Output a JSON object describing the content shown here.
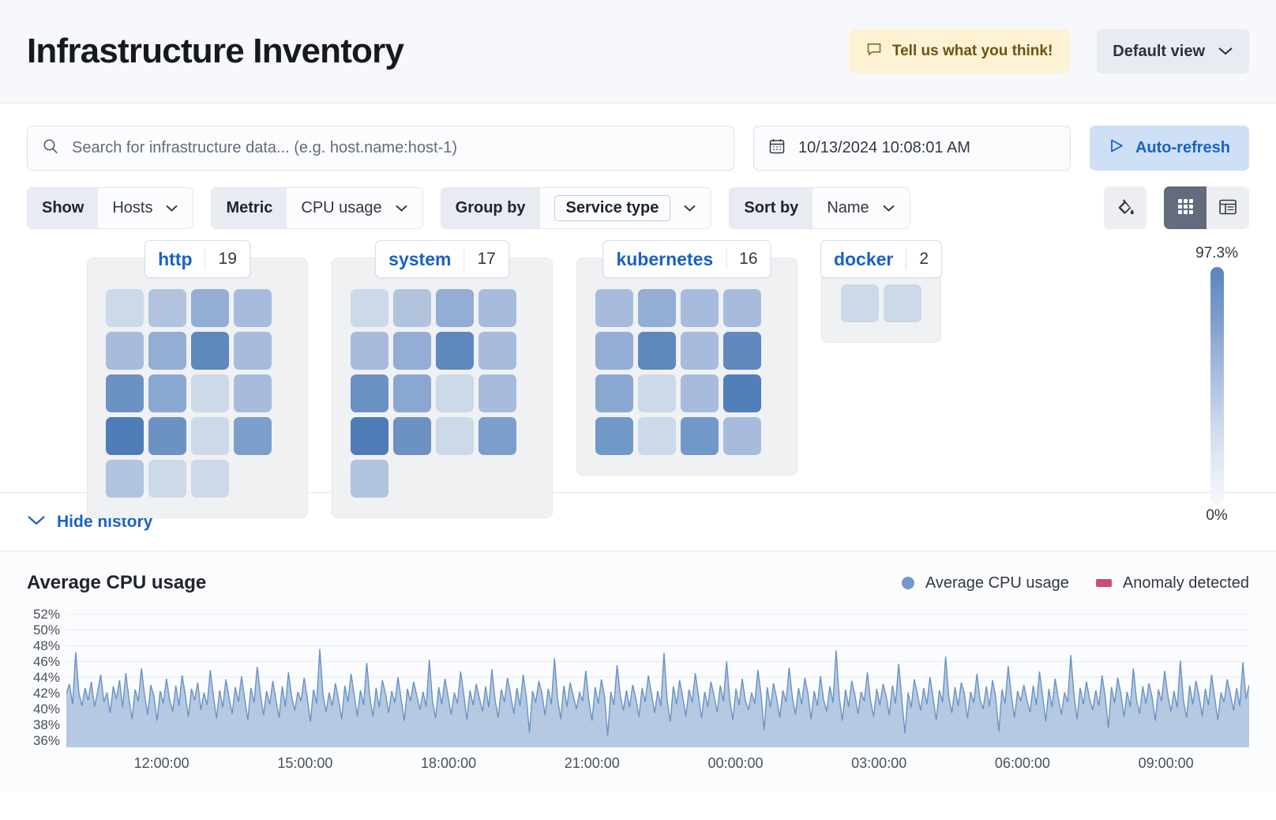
{
  "header": {
    "title": "Infrastructure Inventory",
    "feedback_label": "Tell us what you think!",
    "view_label": "Default view"
  },
  "query": {
    "search_placeholder": "Search for infrastructure data... (e.g. host.name:host-1)",
    "search_value": "",
    "date_value": "10/13/2024 10:08:01 AM",
    "refresh_label": "Auto-refresh"
  },
  "filters": [
    {
      "label": "Show",
      "value": "Hosts",
      "boxed": false
    },
    {
      "label": "Metric",
      "value": "CPU usage",
      "boxed": false
    },
    {
      "label": "Group by",
      "value": "Service type",
      "boxed": true
    },
    {
      "label": "Sort by",
      "value": "Name",
      "boxed": false
    }
  ],
  "toolbar": {
    "palette_icon": "color-fill-icon",
    "grid_view_icon": "grid-view-icon",
    "table_view_icon": "table-view-icon",
    "selected_view": "grid"
  },
  "waffle": {
    "legend_max": "97.3%",
    "legend_min": "0%",
    "groups": [
      {
        "name": "http",
        "count": "19",
        "cells": [
          "#ccd9e9",
          "#b2c3dd",
          "#93add4",
          "#a7bcdd",
          "#a7bcdd",
          "#93add4",
          "#5f88bf",
          "#a7bcdd",
          "#6c92c4",
          "#8aa7d0",
          "#ccd9e9",
          "#a7bcdd",
          "#4e7cb6",
          "#6c92c4",
          "#ccd9e9",
          "#7c9ecb",
          "#b2c3dd",
          "#ccd9e9",
          "#ccd9e9"
        ]
      },
      {
        "name": "system",
        "count": "17",
        "cells": [
          "#ccd9e9",
          "#b2c3dd",
          "#93add4",
          "#a7bcdd",
          "#a7bcdd",
          "#93add4",
          "#5f88bf",
          "#a7bcdd",
          "#6c92c4",
          "#8aa7d0",
          "#ccd9e9",
          "#a7bcdd",
          "#4e7cb6",
          "#6c92c4",
          "#ccd9e9",
          "#7c9ecb",
          "#b2c3dd"
        ]
      },
      {
        "name": "kubernetes",
        "count": "16",
        "cells": [
          "#a7bcdd",
          "#93add4",
          "#a7bcdd",
          "#a7bcdd",
          "#93add4",
          "#5f88bf",
          "#a7bcdd",
          "#6188bf",
          "#8aa7d0",
          "#ccd9e9",
          "#a7bcdd",
          "#5180b8",
          "#7099c8",
          "#ccd9e9",
          "#7099c8",
          "#a7bcdd"
        ]
      },
      {
        "name": "docker",
        "count": "2",
        "cells": [
          "#ccd9e9",
          "#ccd9e9"
        ]
      }
    ]
  },
  "history": {
    "toggle_label": "Hide history"
  },
  "chart_data": {
    "type": "area",
    "title": "Average CPU usage",
    "xlabel": "",
    "ylabel": "",
    "ylim": [
      35,
      53
    ],
    "grid": true,
    "legend_position": "top-right",
    "legend": [
      {
        "name": "Average CPU usage",
        "color": "#7198c9",
        "marker": "circle"
      },
      {
        "name": "Anomaly detected",
        "color": "#cc4e72",
        "marker": "square"
      }
    ],
    "yticks": [
      "52%",
      "50%",
      "48%",
      "46%",
      "44%",
      "42%",
      "40%",
      "38%",
      "36%"
    ],
    "ytick_values": [
      52,
      50,
      48,
      46,
      44,
      42,
      40,
      38,
      36
    ],
    "xticks": [
      "12:00:00",
      "15:00:00",
      "18:00:00",
      "21:00:00",
      "00:00:00",
      "03:00:00",
      "06:00:00",
      "09:00:00"
    ],
    "series": [
      {
        "name": "Average CPU usage",
        "color": "#7198c9",
        "values": [
          41.9,
          43.1,
          40.5,
          47.2,
          42.0,
          40.3,
          42.6,
          41.0,
          43.4,
          40.2,
          42.1,
          44.3,
          40.8,
          42.0,
          39.4,
          42.8,
          41.2,
          43.6,
          40.1,
          44.5,
          41.3,
          38.6,
          42.4,
          40.9,
          45.1,
          41.7,
          39.2,
          43.0,
          41.5,
          38.4,
          42.2,
          40.6,
          43.8,
          41.1,
          39.6,
          42.9,
          40.3,
          44.2,
          41.8,
          38.9,
          42.5,
          41.0,
          43.3,
          39.8,
          42.0,
          40.4,
          44.9,
          41.6,
          38.7,
          42.3,
          40.1,
          43.7,
          41.4,
          39.3,
          42.7,
          40.8,
          44.1,
          41.2,
          38.5,
          42.6,
          40.7,
          45.3,
          41.9,
          39.1,
          42.2,
          40.5,
          43.5,
          41.0,
          38.8,
          42.8,
          40.2,
          44.6,
          41.5,
          39.7,
          42.1,
          40.9,
          43.9,
          41.3,
          38.3,
          42.4,
          40.6,
          47.6,
          41.8,
          39.5,
          42.0,
          40.3,
          43.2,
          41.1,
          38.6,
          42.9,
          40.8,
          44.4,
          41.7,
          39.0,
          42.3,
          40.4,
          45.8,
          41.4,
          38.9,
          42.6,
          40.1,
          43.6,
          41.9,
          39.4,
          42.2,
          40.7,
          44.0,
          41.2,
          38.4,
          42.5,
          40.9,
          43.4,
          41.6,
          39.8,
          42.1,
          40.2,
          46.2,
          41.0,
          38.7,
          42.7,
          40.5,
          43.8,
          41.5,
          39.2,
          42.0,
          40.6,
          44.7,
          41.8,
          38.5,
          42.3,
          40.4,
          43.1,
          41.3,
          39.6,
          42.8,
          40.1,
          45.0,
          41.1,
          38.8,
          42.4,
          40.8,
          43.9,
          41.7,
          39.3,
          42.6,
          40.3,
          44.3,
          41.4,
          36.9,
          42.2,
          40.7,
          43.5,
          41.9,
          39.1,
          42.5,
          40.5,
          46.4,
          41.2,
          38.6,
          42.9,
          40.2,
          43.3,
          41.6,
          39.9,
          42.0,
          40.9,
          44.8,
          41.0,
          38.4,
          42.7,
          40.6,
          43.7,
          41.5,
          36.5,
          42.1,
          40.4,
          45.5,
          41.8,
          39.7,
          42.3,
          40.1,
          43.0,
          41.3,
          38.9,
          42.6,
          40.8,
          44.2,
          41.9,
          39.4,
          42.2,
          40.3,
          47.1,
          41.1,
          38.3,
          42.8,
          40.5,
          43.6,
          41.4,
          39.0,
          42.4,
          40.7,
          44.5,
          41.7,
          38.7,
          42.1,
          40.2,
          43.4,
          41.6,
          39.5,
          42.9,
          40.9,
          46.0,
          41.2,
          38.5,
          42.5,
          40.4,
          43.8,
          41.0,
          39.8,
          42.0,
          40.6,
          44.9,
          41.8,
          37.2,
          42.7,
          40.1,
          43.2,
          41.3,
          38.8,
          42.3,
          40.8,
          45.2,
          41.5,
          39.2,
          42.6,
          40.5,
          43.9,
          41.9,
          38.6,
          42.2,
          40.3,
          44.1,
          41.1,
          39.6,
          42.8,
          40.7,
          47.4,
          41.4,
          38.4,
          42.4,
          40.2,
          43.5,
          41.7,
          39.3,
          42.1,
          40.9,
          44.6,
          41.0,
          38.9,
          42.5,
          40.4,
          43.1,
          41.6,
          39.1,
          42.9,
          40.6,
          45.7,
          41.2,
          36.8,
          42.0,
          40.1,
          43.7,
          41.8,
          39.7,
          42.6,
          40.5,
          44.0,
          41.3,
          38.5,
          42.3,
          40.8,
          46.6,
          41.5,
          39.4,
          42.7,
          40.3,
          43.3,
          41.9,
          38.7,
          42.1,
          40.7,
          44.4,
          41.1,
          39.9,
          42.8,
          40.2,
          43.6,
          41.4,
          37.0,
          42.4,
          40.6,
          45.4,
          41.7,
          38.8,
          42.2,
          40.9,
          43.0,
          41.0,
          39.5,
          42.9,
          40.4,
          44.7,
          41.6,
          38.3,
          42.5,
          40.1,
          43.8,
          41.3,
          39.2,
          42.0,
          40.8,
          46.8,
          41.8,
          38.6,
          42.6,
          40.5,
          43.4,
          41.2,
          39.8,
          42.3,
          40.3,
          44.2,
          41.5,
          37.5,
          42.7,
          40.7,
          43.9,
          41.9,
          38.9,
          42.1,
          40.2,
          45.1,
          41.1,
          39.3,
          42.8,
          40.6,
          43.2,
          41.4,
          38.4,
          42.4,
          40.9,
          44.8,
          41.7,
          39.6,
          42.2,
          40.1,
          46.1,
          41.0,
          38.8,
          42.9,
          40.5,
          43.5,
          41.6,
          39.0,
          42.5,
          40.4,
          44.3,
          41.3,
          38.5,
          42.0,
          40.8,
          43.7,
          41.8,
          39.7,
          42.6,
          40.3,
          45.9,
          41.2,
          43.0
        ]
      }
    ]
  }
}
